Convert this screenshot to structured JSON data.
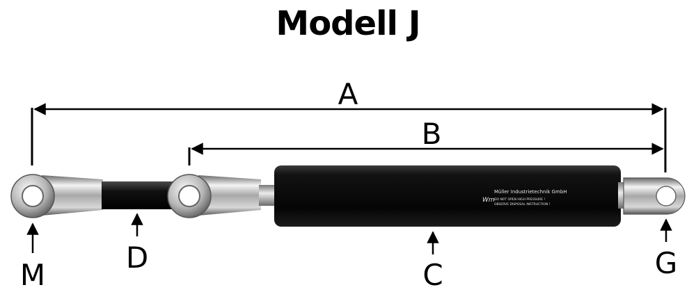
{
  "title": "Modell J",
  "dimensions": {
    "a": "A",
    "b": "B"
  },
  "parts": {
    "m": "M",
    "d": "D",
    "c": "C",
    "g": "G"
  },
  "cylinder_print": {
    "brand": "Müller Industrietechnik GmbH",
    "line1": "DO NOT OPEN HIGH PRESSURE !",
    "line2": "OBSERVE DISPOSAL INSTRUCTION !"
  }
}
